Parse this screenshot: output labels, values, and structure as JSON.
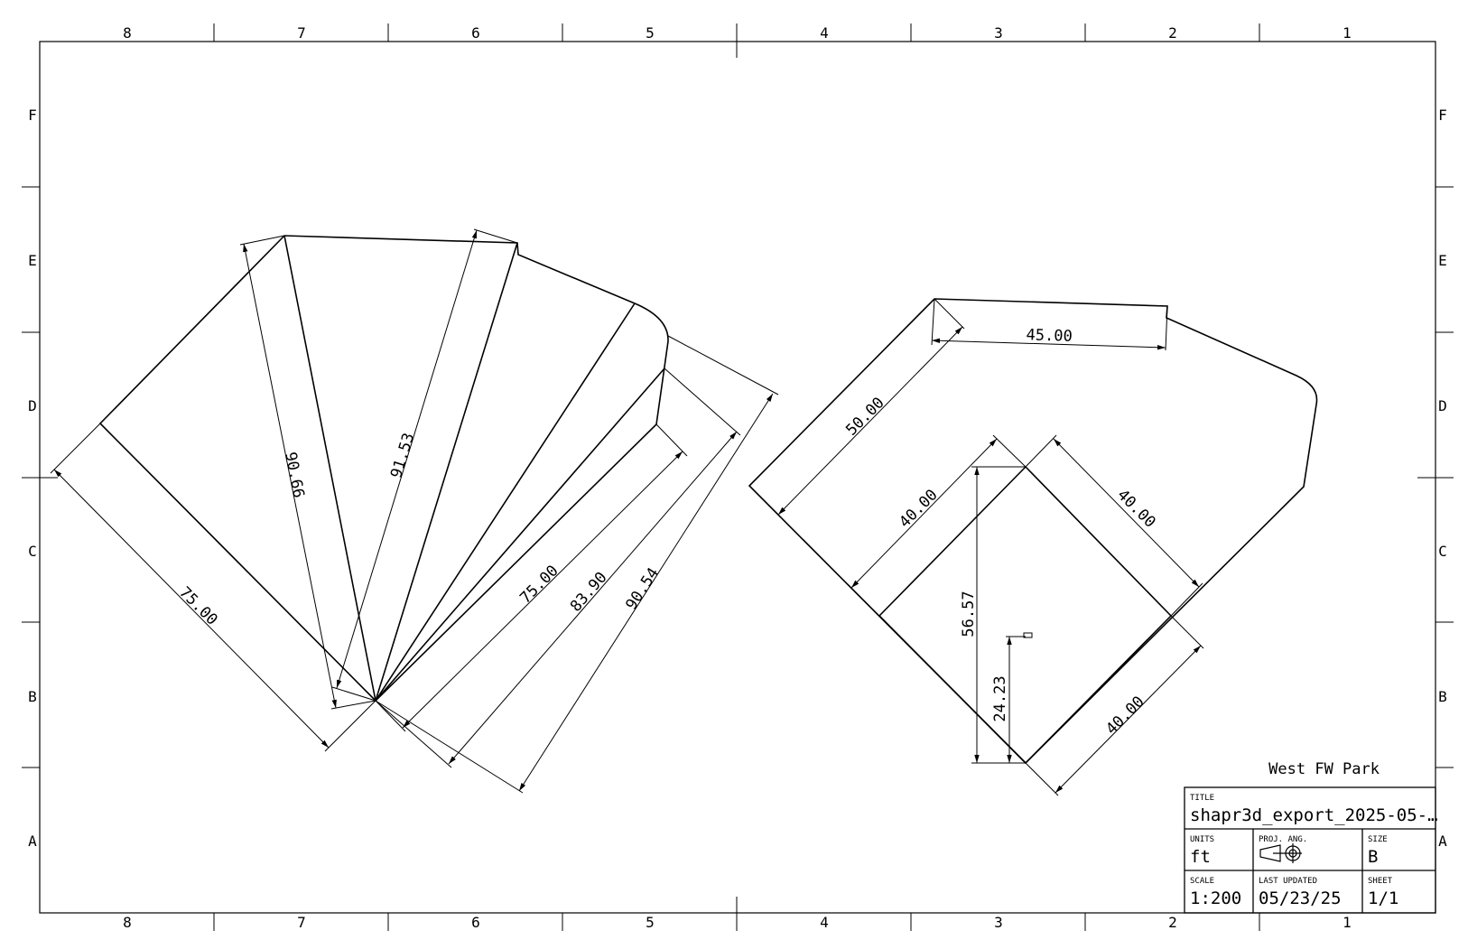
{
  "zones": {
    "columns": [
      "8",
      "7",
      "6",
      "5",
      "4",
      "3",
      "2",
      "1"
    ],
    "rows": [
      "F",
      "E",
      "D",
      "C",
      "B",
      "A"
    ]
  },
  "drawing": {
    "name_label": "West FW Park",
    "left_part_dims": {
      "d1": "75.00",
      "d2": "90.66",
      "d3": "91.53",
      "d4": "75.00",
      "d5": "83.90",
      "d6": "90.54"
    },
    "right_part_dims": {
      "d1": "45.00",
      "d2": "50.00",
      "d3": "40.00",
      "d4": "40.00",
      "d5": "56.57",
      "d6": "24.23",
      "d7": "40.00"
    }
  },
  "title_block": {
    "title_label": "TITLE",
    "title_value": "shapr3d_export_2025-05-…",
    "units_label": "UNITS",
    "units_value": "ft",
    "proj_label": "PROJ. ANG.",
    "size_label": "SIZE",
    "size_value": "B",
    "scale_label": "SCALE",
    "scale_value": "1:200",
    "updated_label": "LAST UPDATED",
    "updated_value": "05/23/25",
    "sheet_label": "SHEET",
    "sheet_value": "1/1"
  },
  "projection_icon": "first-angle-projection-icon"
}
